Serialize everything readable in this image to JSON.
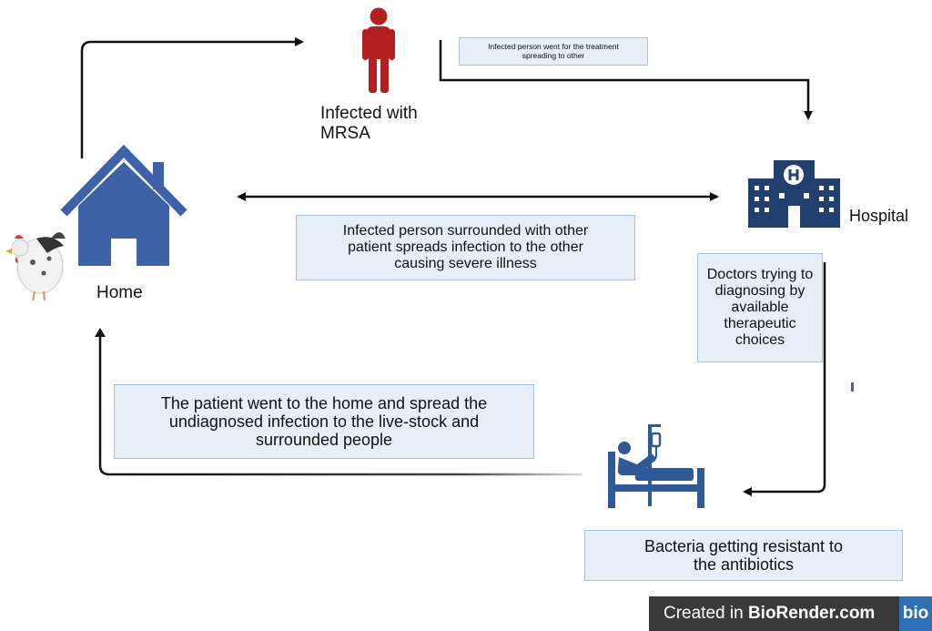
{
  "labels": {
    "infected": "Infected with\nMRSA",
    "hospital": "Hospital",
    "home": "Home"
  },
  "boxes": {
    "treatment": "Infected person went for the treatment spreading to other",
    "surrounded": "Infected person surrounded with other patient spreads infection to the other causing severe illness",
    "doctors": "Doctors trying to diagnosing by available therapeutic choices",
    "home_return": "The patient went to the home and spread the undiagnosed infection to the live-stock and surrounded  people",
    "resistant": "Bacteria getting resistant to the antibiotics"
  },
  "footer": {
    "created_in": "Created in",
    "brand": "BioRender.com",
    "logo": "bio"
  },
  "colors": {
    "home_icon": "#3d62a8",
    "hospital_icon": "#22406e",
    "person_icon": "#b3201f",
    "patient_icon": "#2e5b97",
    "box_fill": "#e7eef8",
    "box_border": "#a9c0de",
    "arrow": "#111111"
  }
}
